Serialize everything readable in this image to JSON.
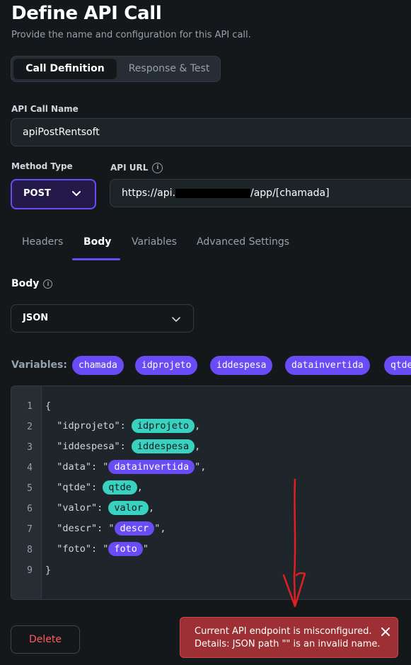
{
  "header": {
    "title": "Define API Call",
    "subtitle": "Provide the name and configuration for this API call."
  },
  "segments": [
    {
      "label": "Call Definition",
      "active": true
    },
    {
      "label": "Response & Test",
      "active": false
    }
  ],
  "api_call_name": {
    "label": "API Call Name",
    "value": "apiPostRentsoft"
  },
  "method_type": {
    "label": "Method Type",
    "value": "POST"
  },
  "api_url": {
    "label": "API URL",
    "value_prefix": "https://api.",
    "value_suffix": "/app/[chamada]"
  },
  "tabs": [
    {
      "label": "Headers",
      "active": false
    },
    {
      "label": "Body",
      "active": true
    },
    {
      "label": "Variables",
      "active": false
    },
    {
      "label": "Advanced Settings",
      "active": false
    }
  ],
  "body": {
    "label": "Body",
    "type": "JSON"
  },
  "variables": {
    "label": "Variables:",
    "chips": [
      "chamada",
      "idprojeto",
      "iddespesa",
      "datainvertida",
      "qtde"
    ]
  },
  "editor": {
    "line_numbers": [
      "1",
      "2",
      "3",
      "4",
      "5",
      "6",
      "7",
      "8",
      "9"
    ],
    "open_brace": "{",
    "close_brace": "}",
    "lines": [
      {
        "key": "\"idprojeto\": ",
        "pre": "",
        "var": "idprojeto",
        "post": ",",
        "style": "teal"
      },
      {
        "key": "\"iddespesa\": ",
        "pre": "",
        "var": "iddespesa",
        "post": ",",
        "style": "teal"
      },
      {
        "key": "\"data\": ",
        "pre": "\"",
        "var": "datainvertida",
        "post": "\",",
        "style": "purple"
      },
      {
        "key": "\"qtde\": ",
        "pre": "",
        "var": "qtde",
        "post": ",",
        "style": "teal"
      },
      {
        "key": "\"valor\": ",
        "pre": "",
        "var": "valor",
        "post": ",",
        "style": "teal"
      },
      {
        "key": "\"descr\": ",
        "pre": "\"",
        "var": "descr",
        "post": "\",",
        "style": "purple"
      },
      {
        "key": "\"foto\": ",
        "pre": "\"",
        "var": "foto",
        "post": "\"",
        "style": "purple"
      }
    ]
  },
  "footer": {
    "delete_label": "Delete"
  },
  "toast": {
    "line1": "Current API endpoint is misconfigured.",
    "line2": "Details: JSON path \"\" is an invalid name."
  },
  "colors": {
    "accent": "#6a4cf6",
    "teal": "#39d2c0",
    "error": "#9c3035",
    "annotation": "#e02020"
  }
}
